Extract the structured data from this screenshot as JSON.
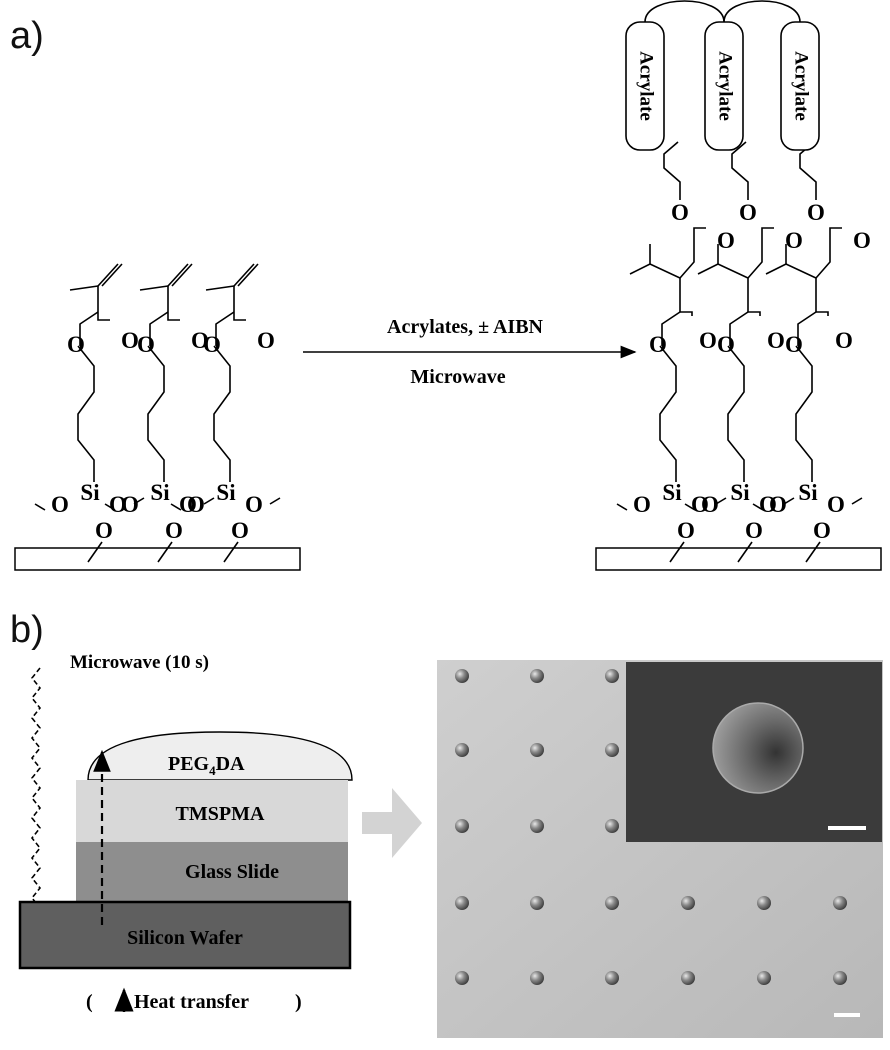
{
  "panels": {
    "a": {
      "label": "a)"
    },
    "b": {
      "label": "b)"
    }
  },
  "reaction": {
    "reagents": "Acrylates, ± AIBN",
    "condition": "Microwave",
    "product_block_label": "Acrylate",
    "atoms": {
      "oxygen": "O",
      "silicon": "Si"
    }
  },
  "setup": {
    "microwave_label": "Microwave (10 s)",
    "heat_transfer_label": "Heat transfer",
    "layers": [
      {
        "name": "PEG4DA",
        "main": "PEG",
        "sub": "4",
        "tail": "DA",
        "color": "#eeeeee"
      },
      {
        "name": "TMSPMA",
        "main": "TMSPMA",
        "color": "#d8d8d8"
      },
      {
        "name": "Glass Slide",
        "main": "Glass Slide",
        "color": "#8e8e8e"
      },
      {
        "name": "Silicon Wafer",
        "main": "Silicon Wafer",
        "color": "#5f5f5f"
      }
    ]
  },
  "micrograph": {
    "background": "#c2c2c2",
    "inset_background": "#3b3b3b"
  }
}
